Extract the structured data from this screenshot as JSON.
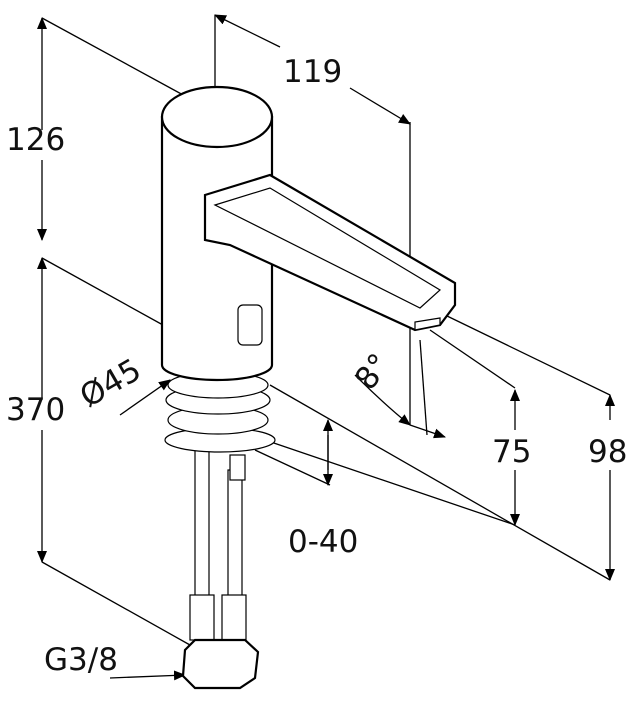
{
  "drawing": {
    "dimensions": {
      "top_height": "126",
      "spout_reach": "119",
      "total_height": "370",
      "diameter": "Ø45",
      "angle": "8°",
      "spout_height": "75",
      "outlet_height": "98",
      "deck_thickness": "0-40",
      "connection": "G3/8"
    }
  }
}
